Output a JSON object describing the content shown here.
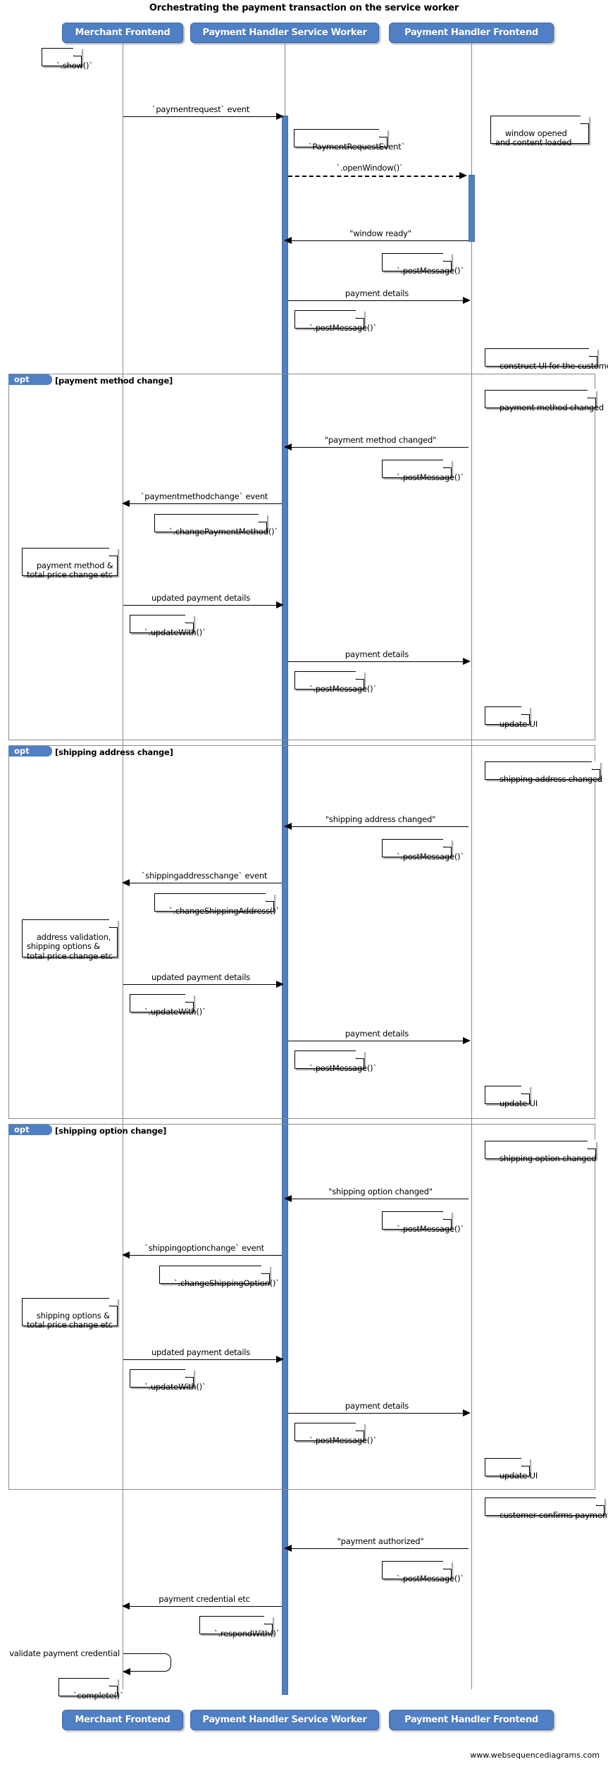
{
  "title": "Orchestrating the payment transaction on the service worker",
  "credit": "www.websequencediagrams.com",
  "colors": {
    "actor_fill": "#4f7fc4",
    "actor_text": "#ffffff",
    "lifeline": "#8a8a8a",
    "frame_border": "#8a8a8a",
    "note_fill": "#ffffff",
    "arrow": "#000000"
  },
  "actors": [
    {
      "id": "merchant",
      "label": "Merchant Frontend"
    },
    {
      "id": "sw",
      "label": "Payment Handler Service Worker"
    },
    {
      "id": "frontend",
      "label": "Payment Handler Frontend"
    }
  ],
  "frames": [
    {
      "kind": "opt",
      "condition": "[payment method change]"
    },
    {
      "kind": "opt",
      "condition": "[shipping address change]"
    },
    {
      "kind": "opt",
      "condition": "[shipping option change]"
    }
  ],
  "messages": [
    {
      "from": "merchant",
      "to": "sw",
      "label": "`paymentrequest` event",
      "style": "solid"
    },
    {
      "from": "sw",
      "to": "frontend",
      "label": "`.openWindow()`",
      "style": "dashed"
    },
    {
      "from": "frontend",
      "to": "sw",
      "label": "\"window ready\"",
      "style": "solid"
    },
    {
      "from": "sw",
      "to": "frontend",
      "label": "payment details",
      "style": "solid"
    },
    {
      "from": "frontend",
      "to": "sw",
      "label": "\"payment method changed\"",
      "style": "solid"
    },
    {
      "from": "sw",
      "to": "merchant",
      "label": "`paymentmethodchange` event",
      "style": "solid"
    },
    {
      "from": "merchant",
      "to": "sw",
      "label": "updated payment details",
      "style": "solid"
    },
    {
      "from": "sw",
      "to": "frontend",
      "label": "payment details",
      "style": "solid"
    },
    {
      "from": "frontend",
      "to": "sw",
      "label": "\"shipping address changed\"",
      "style": "solid"
    },
    {
      "from": "sw",
      "to": "merchant",
      "label": "`shippingaddresschange` event",
      "style": "solid"
    },
    {
      "from": "merchant",
      "to": "sw",
      "label": "updated payment details",
      "style": "solid"
    },
    {
      "from": "sw",
      "to": "frontend",
      "label": "payment details",
      "style": "solid"
    },
    {
      "from": "frontend",
      "to": "sw",
      "label": "\"shipping option changed\"",
      "style": "solid"
    },
    {
      "from": "sw",
      "to": "merchant",
      "label": "`shippingoptionchange` event",
      "style": "solid"
    },
    {
      "from": "merchant",
      "to": "sw",
      "label": "updated payment details",
      "style": "solid"
    },
    {
      "from": "sw",
      "to": "frontend",
      "label": "payment details",
      "style": "solid"
    },
    {
      "from": "frontend",
      "to": "sw",
      "label": "\"payment authorized\"",
      "style": "solid"
    },
    {
      "from": "sw",
      "to": "merchant",
      "label": "payment credential etc",
      "style": "solid"
    },
    {
      "from": "merchant",
      "to": "merchant",
      "label": "validate payment credential",
      "style": "self"
    }
  ],
  "notes": [
    {
      "text": "`.show()`"
    },
    {
      "text": "`PaymentRequestEvent`"
    },
    {
      "text": "window opened\nand content loaded"
    },
    {
      "text": "`.postMessage()`"
    },
    {
      "text": "`.postMessage()`"
    },
    {
      "text": "construct UI for the customer"
    },
    {
      "text": "payment method changed"
    },
    {
      "text": "`.postMessage()`"
    },
    {
      "text": "`.changePaymentMethod()`"
    },
    {
      "text": "payment method &\ntotal price change etc"
    },
    {
      "text": "`.updateWith()`"
    },
    {
      "text": "`.postMessage()`"
    },
    {
      "text": "update UI"
    },
    {
      "text": "shipping address changed"
    },
    {
      "text": "`.postMessage()`"
    },
    {
      "text": "`.changeShippingAddress()`"
    },
    {
      "text": "address validation,\nshipping options &\ntotal price change etc"
    },
    {
      "text": "`.updateWith()`"
    },
    {
      "text": "`.postMessage()`"
    },
    {
      "text": "update UI"
    },
    {
      "text": "shipping option changed"
    },
    {
      "text": "`.postMessage()`"
    },
    {
      "text": "`.changeShippingOption()`"
    },
    {
      "text": "shipping options &\ntotal price change etc"
    },
    {
      "text": "`.updateWith()`"
    },
    {
      "text": "`.postMessage()`"
    },
    {
      "text": "update UI"
    },
    {
      "text": "customer confirms payment"
    },
    {
      "text": "`.postMessage()`"
    },
    {
      "text": "`.respondWith()`"
    },
    {
      "text": "`complete()`"
    }
  ]
}
